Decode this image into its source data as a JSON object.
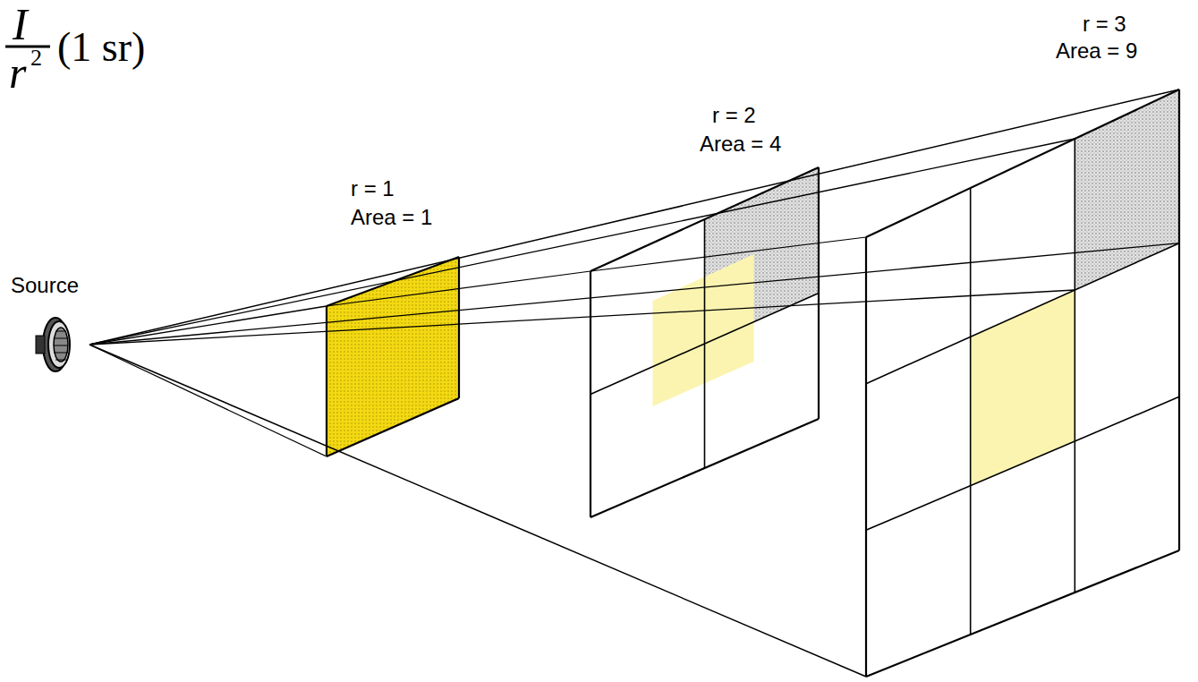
{
  "diagram": {
    "labels": [
      "I",
      "r",
      "2",
      "(1 sr)",
      "Source",
      "r = 1",
      "Area = 1",
      "r = 2",
      "Area = 4",
      "r = 3",
      "Area = 9"
    ]
  }
}
